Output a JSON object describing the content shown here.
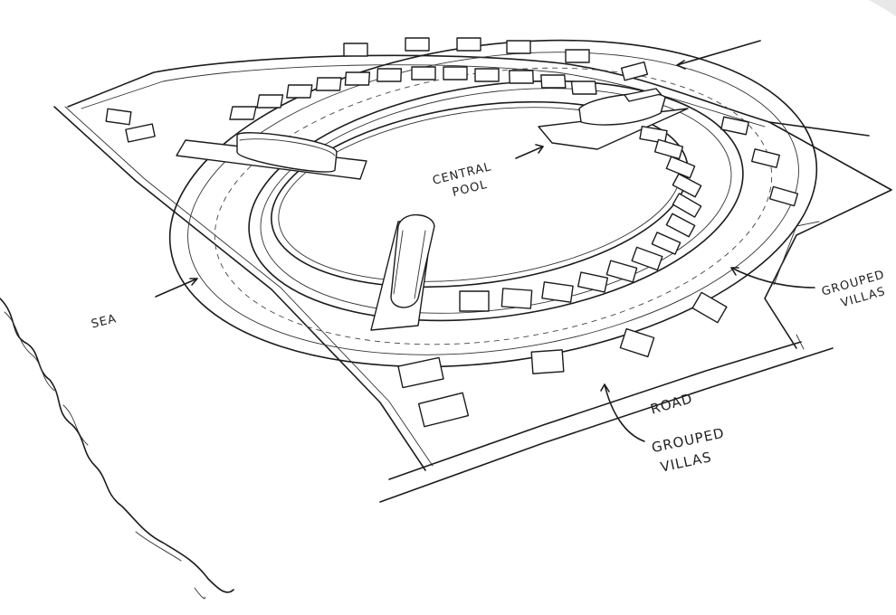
{
  "labels": {
    "central_pool_line1": "CENTRAL",
    "central_pool_line2": "POOL",
    "sea": "SEA",
    "road": "ROAD",
    "grouped_villas_right_line1": "GROUPED",
    "grouped_villas_right_line2": "VILLAS",
    "grouped_villas_bottom_line1": "GROUPED",
    "grouped_villas_bottom_line2": "VILLAS"
  },
  "colors": {
    "ink": "#1c1c1c",
    "paper": "#ffffff"
  }
}
